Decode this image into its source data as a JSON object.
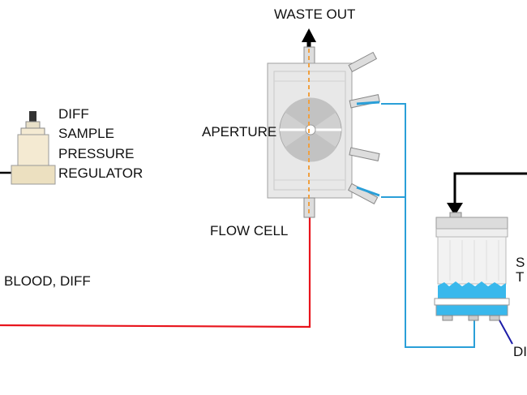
{
  "labels": {
    "waste_out": "WASTE OUT",
    "regulator_lines": [
      "DIFF",
      "SAMPLE",
      "PRESSURE",
      "REGULATOR"
    ],
    "aperture": "APERTURE",
    "flow_cell": "FLOW CELL",
    "blood_diff": "BLOOD, DIFF",
    "tank_partial_1": "S",
    "tank_partial_2": "T",
    "tank_partial_3": "DI"
  },
  "colors": {
    "blood_line": "#e8141c",
    "fluid_line": "#2a9fd8",
    "fluid_fill": "#39b8ec",
    "black_line": "#000000",
    "hydro_line": "#f0a040",
    "body_gray": "#e8e8e8",
    "regulator_body": "#f4ead2"
  }
}
